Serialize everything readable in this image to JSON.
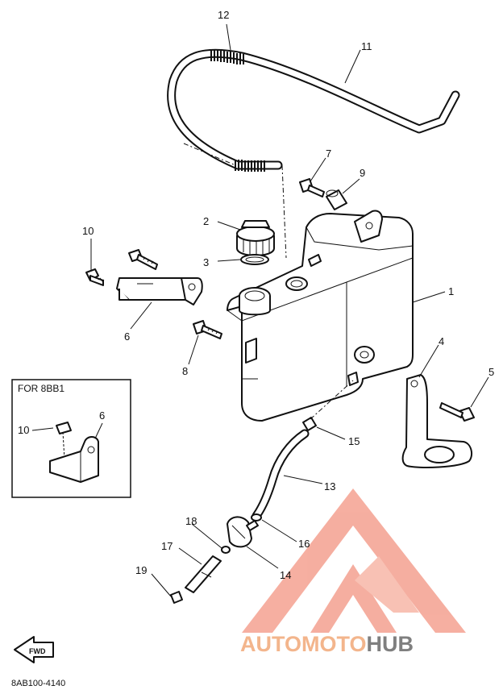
{
  "diagram": {
    "callouts": [
      {
        "id": "c1",
        "label": "1"
      },
      {
        "id": "c2",
        "label": "2"
      },
      {
        "id": "c3",
        "label": "3"
      },
      {
        "id": "c4",
        "label": "4"
      },
      {
        "id": "c5",
        "label": "5"
      },
      {
        "id": "c6",
        "label": "6"
      },
      {
        "id": "c7",
        "label": "7"
      },
      {
        "id": "c8",
        "label": "8"
      },
      {
        "id": "c9",
        "label": "9"
      },
      {
        "id": "c10",
        "label": "10"
      },
      {
        "id": "c11",
        "label": "11"
      },
      {
        "id": "c12",
        "label": "12"
      },
      {
        "id": "c13",
        "label": "13"
      },
      {
        "id": "c14",
        "label": "14"
      },
      {
        "id": "c15",
        "label": "15"
      },
      {
        "id": "c16",
        "label": "16"
      },
      {
        "id": "c17",
        "label": "17"
      },
      {
        "id": "c18",
        "label": "18"
      },
      {
        "id": "c19",
        "label": "19"
      }
    ],
    "inset": {
      "title": "FOR 8BB1",
      "callouts": [
        {
          "id": "i10",
          "label": "10"
        },
        {
          "id": "i6",
          "label": "6"
        }
      ]
    },
    "fwd_label": "FWD",
    "diagram_code": "8AB100-4140"
  },
  "watermark": {
    "part1": "AUTOMOTO",
    "part2": "HUB",
    "colors": {
      "accent": "#f3a08c",
      "text1": "#f3b58c",
      "text2": "#7f7f7f"
    }
  }
}
